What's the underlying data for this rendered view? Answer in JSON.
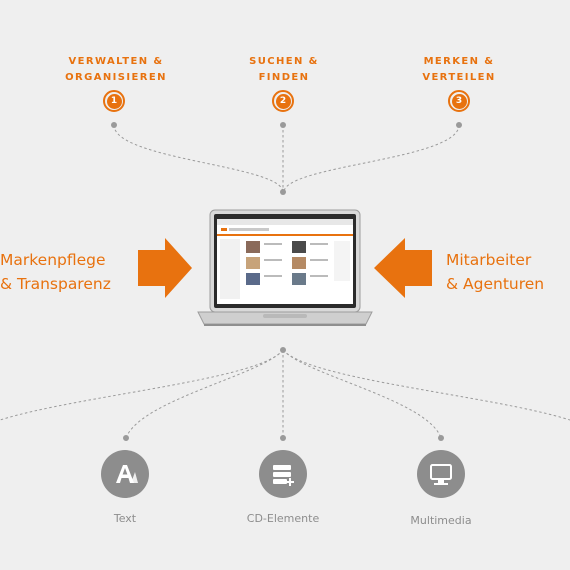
{
  "steps": [
    {
      "number": "1",
      "label": "VERWALTEN &\nORGANISIEREN"
    },
    {
      "number": "2",
      "label": "SUCHEN &\nFINDEN"
    },
    {
      "number": "3",
      "label": "MERKEN &\nVERTEILEN"
    }
  ],
  "left_text": "Markenpflege\n& Transparenz",
  "right_text": "Mitarbeiter\n& Agenturen",
  "categories": [
    {
      "label": "Text",
      "icon": "text-a-icon"
    },
    {
      "label": "CD-Elemente",
      "icon": "cd-elements-icon"
    },
    {
      "label": "Multimedia",
      "icon": "monitor-icon"
    }
  ],
  "colors": {
    "accent": "#e8720f",
    "gray": "#8d8d8d",
    "line": "#9a9a9a",
    "background": "#efefef"
  }
}
